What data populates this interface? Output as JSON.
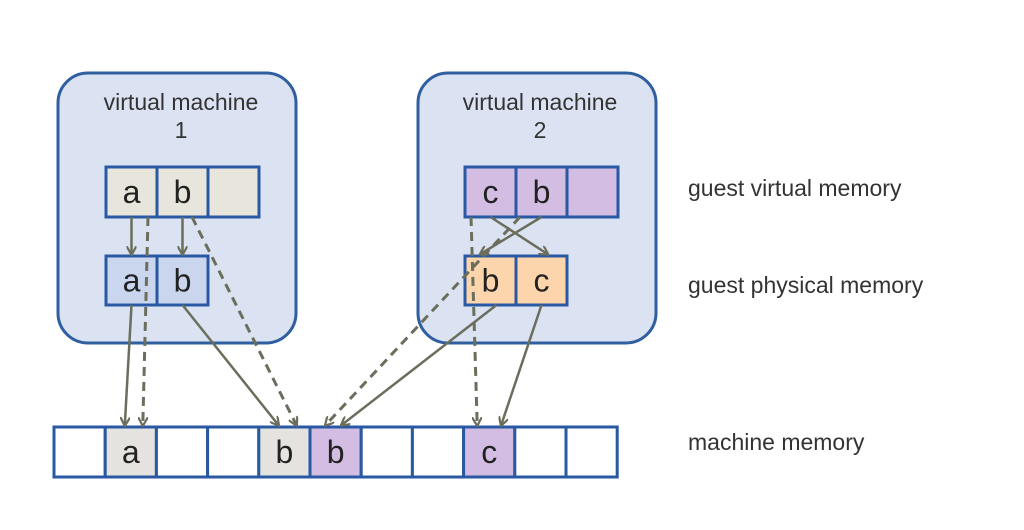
{
  "vms": [
    {
      "title_line1": "virtual machine",
      "title_line2": "1",
      "guest_virtual": [
        {
          "label": "a",
          "color": "#e8e6dc"
        },
        {
          "label": "b",
          "color": "#e8e6dc"
        },
        {
          "label": "",
          "color": "#e8e6dc"
        }
      ],
      "guest_physical": [
        {
          "label": "a",
          "color": "#c9d6ee"
        },
        {
          "label": "b",
          "color": "#c9d6ee"
        }
      ]
    },
    {
      "title_line1": "virtual machine",
      "title_line2": "2",
      "guest_virtual": [
        {
          "label": "c",
          "color": "#d3bde3"
        },
        {
          "label": "b",
          "color": "#d3bde3"
        },
        {
          "label": "",
          "color": "#d3bde3"
        }
      ],
      "guest_physical": [
        {
          "label": "b",
          "color": "#fcd5ac"
        },
        {
          "label": "c",
          "color": "#fcd5ac"
        }
      ]
    }
  ],
  "machine_memory": [
    {
      "label": "",
      "color": "#ffffff"
    },
    {
      "label": "a",
      "color": "#e5e3df"
    },
    {
      "label": "",
      "color": "#ffffff"
    },
    {
      "label": "",
      "color": "#ffffff"
    },
    {
      "label": "b",
      "color": "#e5e3df"
    },
    {
      "label": "b",
      "color": "#d3bde3"
    },
    {
      "label": "",
      "color": "#ffffff"
    },
    {
      "label": "",
      "color": "#ffffff"
    },
    {
      "label": "c",
      "color": "#d3bde3"
    },
    {
      "label": "",
      "color": "#ffffff"
    },
    {
      "label": "",
      "color": "#ffffff"
    }
  ],
  "labels": {
    "guest_virtual_memory": "guest virtual memory",
    "guest_physical_memory": "guest physical memory",
    "machine_memory": "machine memory"
  },
  "mappings": [
    {
      "from": "vm1.gv.0",
      "to": "vm1.gp.0",
      "style": "solid"
    },
    {
      "from": "vm1.gv.1",
      "to": "vm1.gp.1",
      "style": "solid"
    },
    {
      "from": "vm1.gp.0",
      "to": "mm.1",
      "style": "solid"
    },
    {
      "from": "vm1.gv.0",
      "to": "mm.1",
      "style": "dashed"
    },
    {
      "from": "vm1.gp.1",
      "to": "mm.4",
      "style": "solid"
    },
    {
      "from": "vm1.gv.1",
      "to": "mm.4",
      "style": "dashed"
    },
    {
      "from": "vm2.gv.0",
      "to": "vm2.gp.1",
      "style": "solid"
    },
    {
      "from": "vm2.gv.1",
      "to": "vm2.gp.0",
      "style": "solid"
    },
    {
      "from": "vm2.gp.0",
      "to": "mm.5",
      "style": "solid"
    },
    {
      "from": "vm2.gv.1",
      "to": "mm.5",
      "style": "dashed"
    },
    {
      "from": "vm2.gp.1",
      "to": "mm.8",
      "style": "solid"
    },
    {
      "from": "vm2.gv.0",
      "to": "mm.8",
      "style": "dashed"
    }
  ]
}
